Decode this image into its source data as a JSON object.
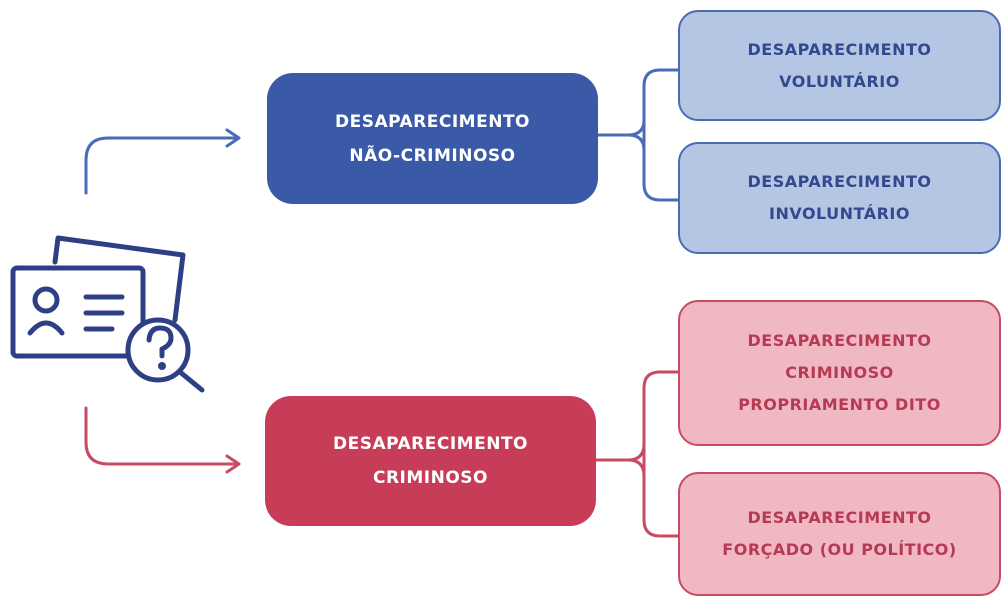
{
  "diagram": {
    "top_branch": {
      "label_lines": [
        "DESAPARECIMENTO",
        "NÃO-CRIMINOSO"
      ],
      "children": [
        {
          "label_lines": [
            "DESAPARECIMENTO",
            "VOLUNTÁRIO"
          ]
        },
        {
          "label_lines": [
            "DESAPARECIMENTO",
            "INVOLUNTÁRIO"
          ]
        }
      ]
    },
    "bottom_branch": {
      "label_lines": [
        "DESAPARECIMENTO",
        "CRIMINOSO"
      ],
      "children": [
        {
          "label_lines": [
            "DESAPARECIMENTO",
            "CRIMINOSO",
            "PROPRIAMENTO DITO"
          ]
        },
        {
          "label_lines": [
            "DESAPARECIMENTO",
            "FORÇADO (OU POLÍTICO)"
          ]
        }
      ]
    },
    "icon": "id-card-search-icon",
    "colors": {
      "blue_dark": "#3a5aa8",
      "blue_light": "#b5c6e4",
      "red_dark": "#c73d57",
      "red_light": "#efb8c3",
      "icon_navy": "#2f3f86"
    }
  }
}
